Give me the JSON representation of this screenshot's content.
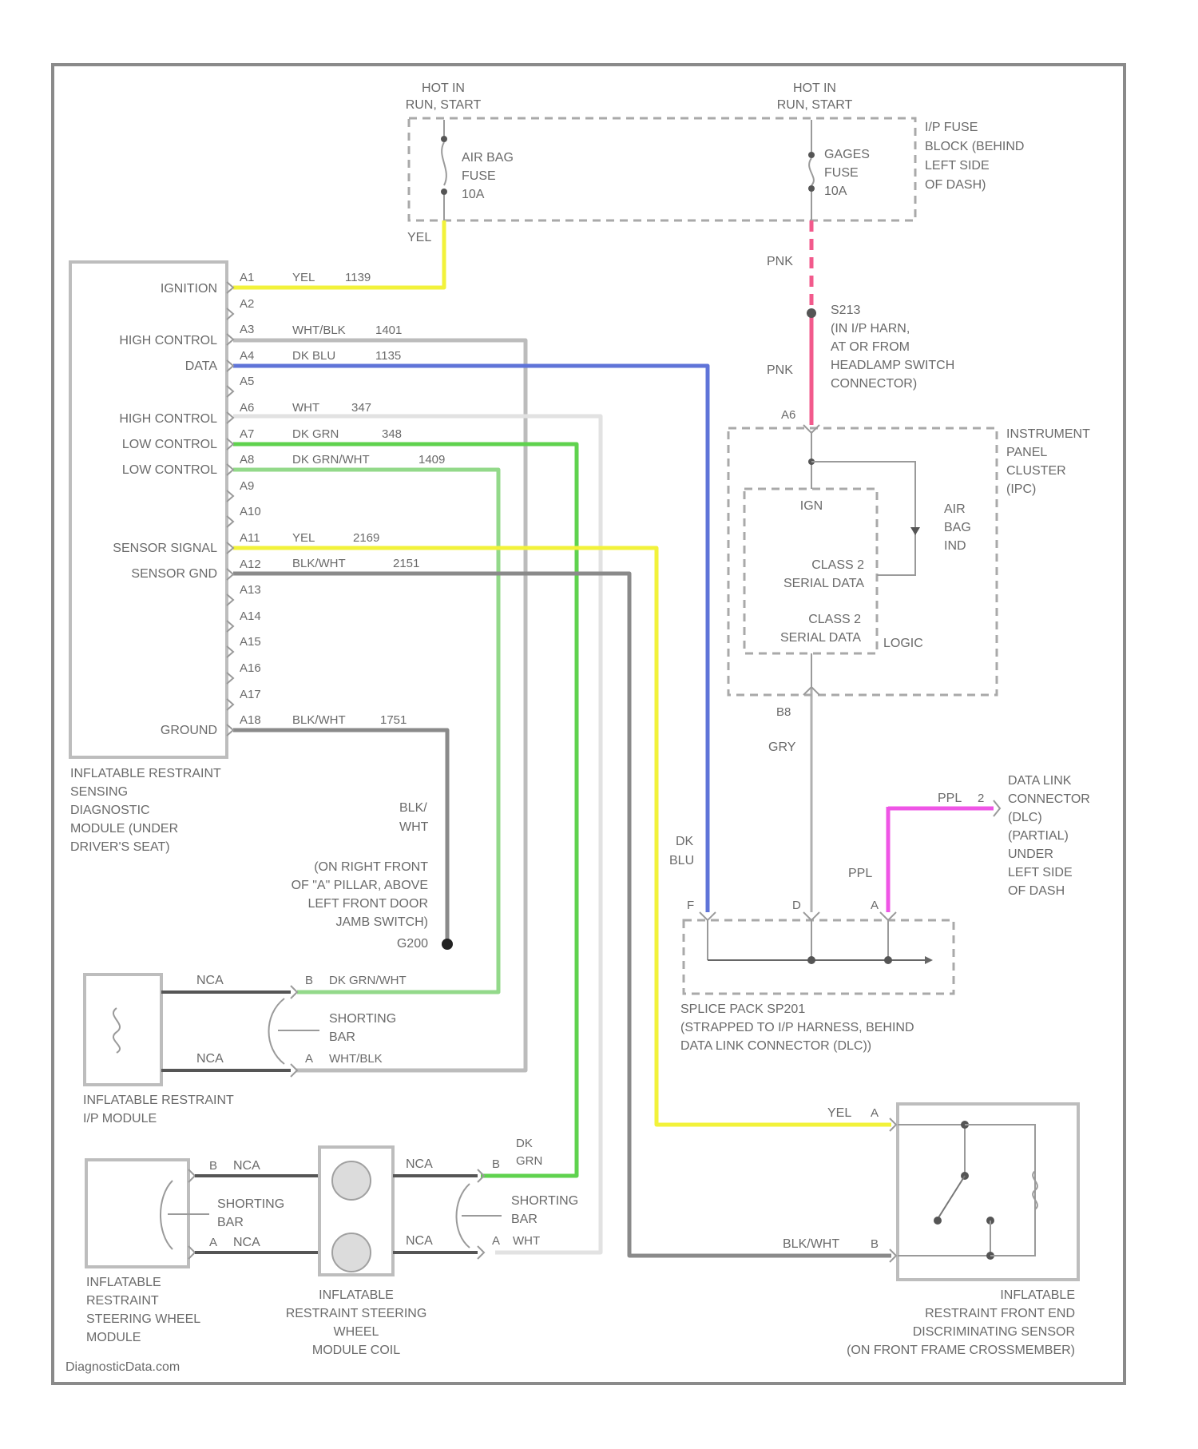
{
  "source": "DiagnosticData.com",
  "power": {
    "left_hot": [
      "HOT IN",
      "RUN, START"
    ],
    "right_hot": [
      "HOT IN",
      "RUN, START"
    ],
    "air_bag_fuse": [
      "AIR BAG",
      "FUSE",
      "10A"
    ],
    "gages_fuse": [
      "GAGES",
      "FUSE",
      "10A"
    ],
    "fuse_block": [
      "I/P FUSE",
      "BLOCK (BEHIND",
      "LEFT SIDE",
      "OF DASH)"
    ],
    "yel_label": "YEL",
    "pnk_label_1": "PNK",
    "pnk_label_2": "PNK"
  },
  "splice_s213": [
    "S213",
    "(IN I/P HARN,",
    "AT OR FROM",
    "HEADLAMP SWITCH",
    "CONNECTOR)"
  ],
  "sdm": {
    "functions": {
      "ignition": "IGNITION",
      "high_control_1": "HIGH CONTROL",
      "data": "DATA",
      "high_control_2": "HIGH CONTROL",
      "low_control_1": "LOW CONTROL",
      "low_control_2": "LOW CONTROL",
      "sensor_signal": "SENSOR SIGNAL",
      "sensor_gnd": "SENSOR GND",
      "ground": "GROUND"
    },
    "pins": [
      "A1",
      "A2",
      "A3",
      "A4",
      "A5",
      "A6",
      "A7",
      "A8",
      "A9",
      "A10",
      "A11",
      "A12",
      "A13",
      "A14",
      "A15",
      "A16",
      "A17",
      "A18"
    ],
    "wires": {
      "a1": [
        "YEL",
        "1139"
      ],
      "a3": [
        "WHT/BLK",
        "1401"
      ],
      "a4": [
        "DK BLU",
        "1135"
      ],
      "a6": [
        "WHT",
        "347"
      ],
      "a7": [
        "DK GRN",
        "348"
      ],
      "a8": [
        "DK GRN/WHT",
        "1409"
      ],
      "a11": [
        "YEL",
        "2169"
      ],
      "a12": [
        "BLK/WHT",
        "2151"
      ],
      "a18": [
        "BLK/WHT",
        "1751"
      ]
    },
    "name": [
      "INFLATABLE RESTRAINT",
      "SENSING",
      "DIAGNOSTIC",
      "MODULE (UNDER",
      "DRIVER'S SEAT)"
    ]
  },
  "ground_g200": {
    "wire": [
      "BLK/",
      "WHT"
    ],
    "location": [
      "(ON RIGHT FRONT",
      "OF \"A\" PILLAR, ABOVE",
      "LEFT FRONT DOOR",
      "JAMB SWITCH)",
      "G200"
    ]
  },
  "ipc": {
    "pin_top": "A6",
    "ign": "IGN",
    "air_bag_ind": [
      "AIR",
      "BAG",
      "IND"
    ],
    "class2_a": [
      "CLASS 2",
      "SERIAL DATA"
    ],
    "class2_b": [
      "CLASS 2",
      "SERIAL DATA"
    ],
    "logic": "LOGIC",
    "pin_bottom": "B8",
    "wire_bottom": "GRY",
    "name": [
      "INSTRUMENT",
      "PANEL",
      "CLUSTER",
      "(IPC)"
    ]
  },
  "dlc": {
    "wire": "PPL",
    "pin": "2",
    "name": [
      "DATA LINK",
      "CONNECTOR",
      "(DLC)",
      "(PARTIAL)",
      "UNDER",
      "LEFT SIDE",
      "OF DASH"
    ]
  },
  "splice_pack": {
    "wire_f": [
      "DK",
      "BLU"
    ],
    "wire_a": "PPL",
    "pins": [
      "F",
      "D",
      "A"
    ],
    "name": [
      "SPLICE PACK SP201",
      "(STRAPPED TO I/P HARNESS, BEHIND",
      "DATA LINK CONNECTOR (DLC))"
    ]
  },
  "ip_module": {
    "wire_top": "NCA",
    "wire_bot": "NCA",
    "pin_b": "B",
    "pin_a": "A",
    "circuit_b": "DK GRN/WHT",
    "circuit_a": "WHT/BLK",
    "shorting_bar": [
      "SHORTING",
      "BAR"
    ],
    "name": [
      "INFLATABLE RESTRAINT",
      "I/P MODULE"
    ]
  },
  "steering_module": {
    "pin_b": "B",
    "pin_a": "A",
    "wire_top": "NCA",
    "wire_bot": "NCA",
    "shorting_bar": [
      "SHORTING",
      "BAR"
    ],
    "name": [
      "INFLATABLE",
      "RESTRAINT",
      "STEERING WHEEL",
      "MODULE"
    ]
  },
  "coil": {
    "wire_top": "NCA",
    "wire_bot": "NCA",
    "pin_b": "B",
    "pin_a": "A",
    "circuit_b": [
      "DK",
      "GRN"
    ],
    "circuit_a": "WHT",
    "shorting_bar": [
      "SHORTING",
      "BAR"
    ],
    "name": [
      "INFLATABLE",
      "RESTRAINT STEERING",
      "WHEEL",
      "MODULE COIL"
    ]
  },
  "front_sensor": {
    "wire_a": "YEL",
    "pin_a": "A",
    "wire_b": "BLK/WHT",
    "pin_b": "B",
    "name": [
      "INFLATABLE",
      "RESTRAINT FRONT END",
      "DISCRIMINATING SENSOR",
      "(ON FRONT FRAME CROSSMEMBER)"
    ]
  },
  "colors": {
    "yellow": "#f2f23a",
    "blue": "#5f74d8",
    "green": "#5fd24e",
    "light_green": "#93d98a",
    "pink": "#f25a8c",
    "magenta": "#ef55e6",
    "gray": "#9a9a9a",
    "dark_gray": "#555555"
  }
}
